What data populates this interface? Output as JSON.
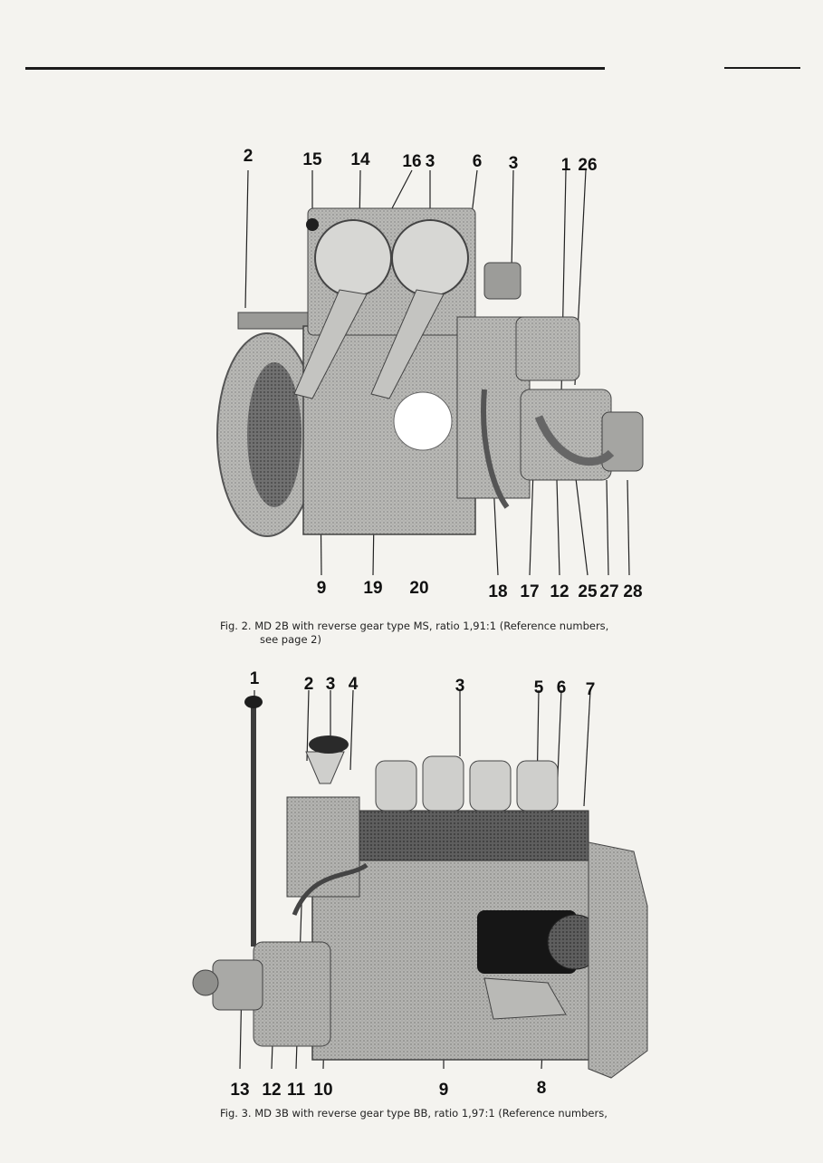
{
  "figure2": {
    "callouts_top": [
      "2",
      "15",
      "14",
      "16",
      "3",
      "6",
      "3",
      "1",
      "26"
    ],
    "callouts_bottom": [
      "9",
      "19",
      "20",
      "18",
      "17",
      "12",
      "25",
      "27",
      "28"
    ],
    "caption_line1": "Fig. 2. MD 2B with reverse gear type MS, ratio 1,91:1 (Reference numbers,",
    "caption_line2": "see page 2)"
  },
  "figure3": {
    "callouts_top": [
      "1",
      "2",
      "3",
      "4",
      "3",
      "5",
      "6",
      "7"
    ],
    "callouts_bottom": [
      "13",
      "12",
      "11",
      "10",
      "9",
      "8"
    ],
    "caption": "Fig. 3. MD 3B with reverse gear type BB, ratio 1,97:1 (Reference numbers,"
  }
}
